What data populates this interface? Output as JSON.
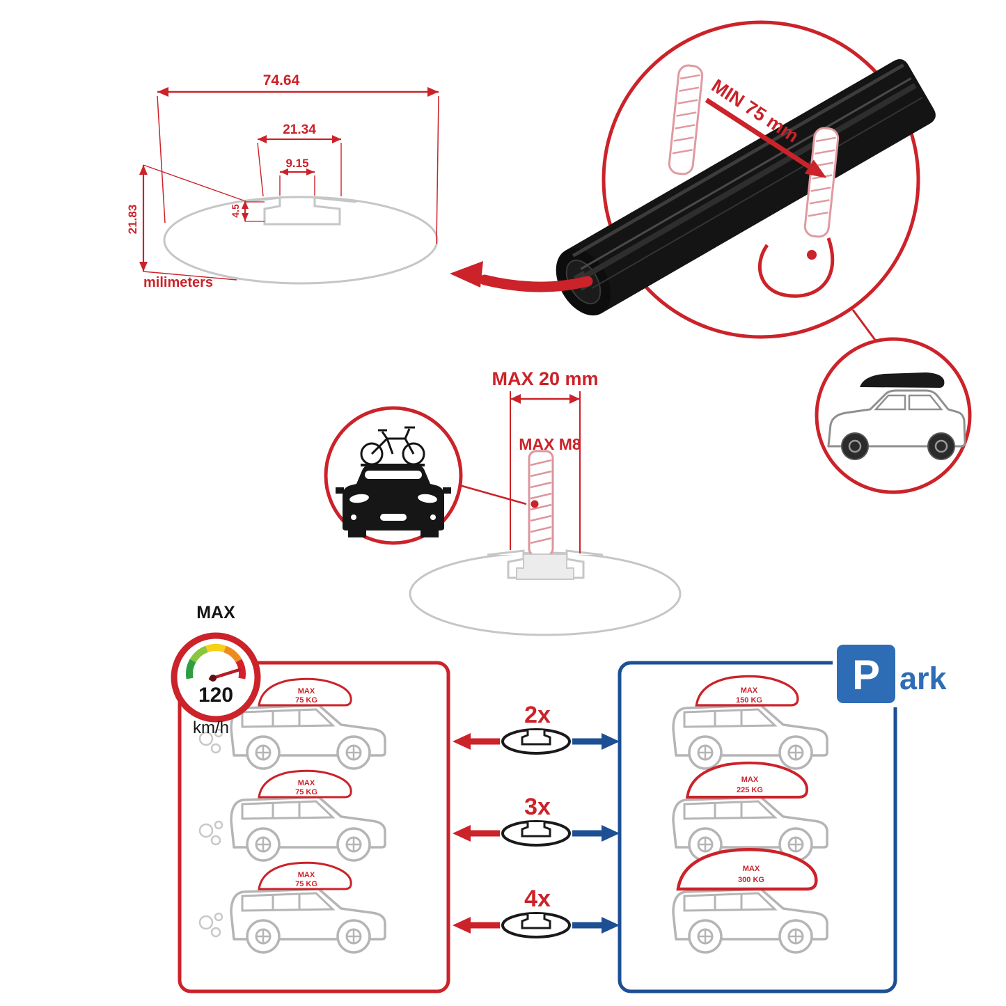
{
  "palette": {
    "red": "#cc2229",
    "blue": "#1d4f94",
    "park_blue": "#2e6db6",
    "line_gray": "#c6c6c6",
    "car_gray": "#b5b5b5",
    "bar_black": "#141414"
  },
  "profile_drawing": {
    "dim_total_width": "74.64",
    "dim_channel_width": "21.34",
    "dim_slot_width": "9.15",
    "dim_slot_depth": "4.5",
    "dim_total_height": "21.83",
    "units_label": "milimeters"
  },
  "crossbar_closeup": {
    "min_span_label": "MIN 75 mm"
  },
  "bolt_diagram": {
    "max_length_label": "MAX 20 mm",
    "max_thread_label": "MAX M8"
  },
  "speed_badge": {
    "title": "MAX",
    "value": "120",
    "unit": "km/h"
  },
  "capacity": {
    "multipliers": [
      "2x",
      "3x",
      "4x"
    ],
    "left_rows": [
      {
        "l1": "MAX",
        "l2": "75 KG"
      },
      {
        "l1": "MAX",
        "l2": "75 KG"
      },
      {
        "l1": "MAX",
        "l2": "75 KG"
      }
    ],
    "right_rows": [
      {
        "l1": "MAX",
        "l2": "150 KG"
      },
      {
        "l1": "MAX",
        "l2": "225 KG"
      },
      {
        "l1": "MAX",
        "l2": "300 KG"
      }
    ],
    "park_sign": {
      "letter": "P",
      "suffix": "ark"
    }
  }
}
